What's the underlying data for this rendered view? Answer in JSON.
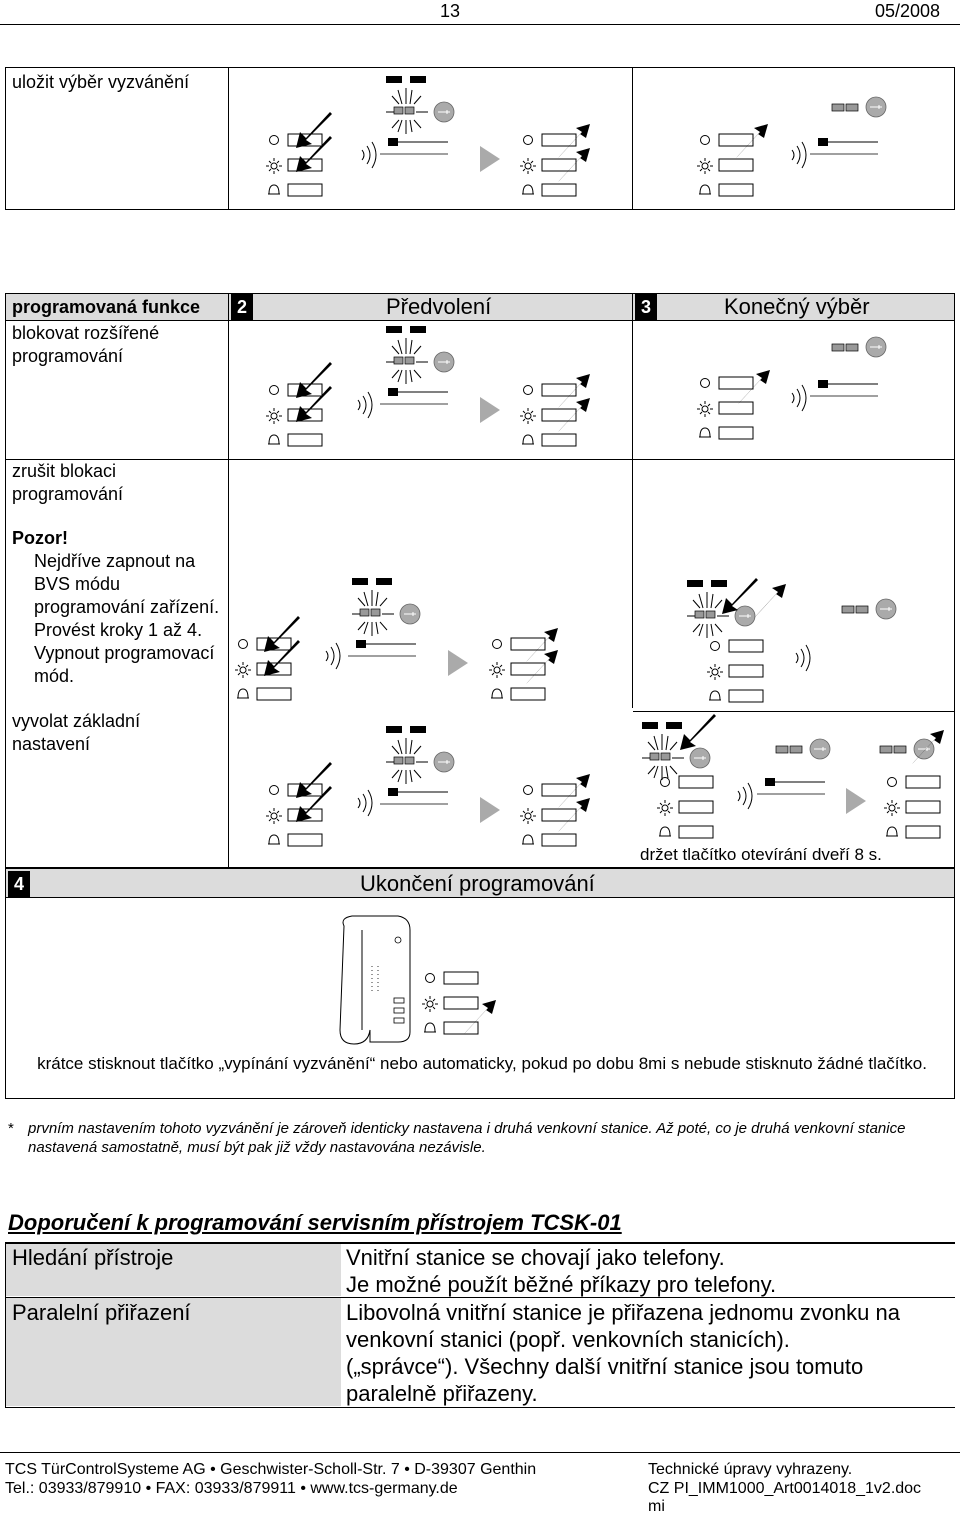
{
  "header": {
    "page_number": "13",
    "date": "05/2008"
  },
  "top_section": {
    "label": "uložit výběr vyzvánění"
  },
  "program_table": {
    "col_function": "programovaná funkce",
    "step2_number": "2",
    "step2_title": "Předvolení",
    "step3_number": "3",
    "step3_title": "Konečný výběr",
    "row1_label": "blokovat rozšířené programování",
    "row2_label": "zrušit blokaci programování",
    "warning_title": "Pozor!",
    "warning_text": "Nejdříve zapnout na BVS módu programování zařízení. Provést kroky 1 až 4. Vypnout programovací mód.",
    "row3_label": "vyvolat základní nastavení",
    "hold_note": "držet tlačítko otevírání dveří 8 s."
  },
  "step4": {
    "number": "4",
    "title": "Ukončení programování",
    "instruction": "krátce stisknout tlačítko „vypínání vyzvánění“ nebo automaticky, pokud po dobu 8mi s nebude stisknuto žádné tlačítko."
  },
  "footnote": {
    "mark": "*",
    "text": "prvním nastavením tohoto vyzvánění je zároveň identicky nastavena i druhá venkovní stanice.  Až poté, co je druhá venkovní stanice nastavená samostatně, musí být pak již vždy nastavována nezávisle."
  },
  "recommendation": {
    "title": "Doporučení k programování servisním přístrojem  TCSK-01",
    "rows": [
      {
        "label": "Hledání přístroje",
        "lines": [
          "Vnitřní stanice se chovají jako telefony.",
          "Je možné použít běžné příkazy pro telefony."
        ]
      },
      {
        "label": "Paralelní přiřazení",
        "lines": [
          "Libovolná vnitřní stanice je přiřazena jednomu zvonku na",
          "venkovní stanici (popř. venkovních stanicích).",
          "(„správce“). Všechny další vnitřní stanice jsou tomuto",
          "paralelně přiřazeny."
        ]
      }
    ]
  },
  "footer": {
    "company": "TCS TürControlSysteme AG • Geschwister-Scholl-Str. 7 • D-39307 Genthin",
    "contacts": "Tel.: 03933/879910  •  FAX:  03933/879911  •  www.tcs-germany.de",
    "notice": "Technické úpravy vyhrazeny.",
    "docref": "CZ PI_IMM1000_Art0014018_1v2.doc",
    "docref_suffix": "mi"
  }
}
